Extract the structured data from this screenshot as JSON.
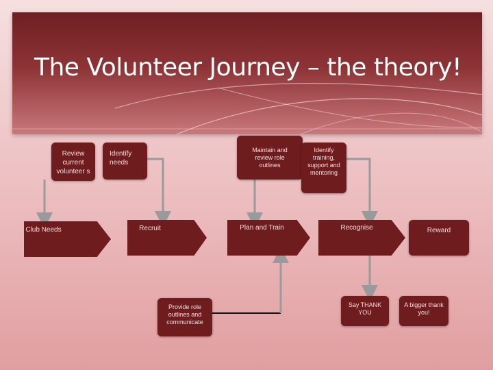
{
  "title": "The Volunteer Journey – the theory!",
  "colors": {
    "box": "#6f1c1e",
    "box_text": "#f3dede",
    "title": "#ffffff",
    "connector": "#9a9a9a"
  },
  "nodes": {
    "review": "Review current volunteer s",
    "identify_needs": "Identify needs",
    "maintain": "Maintain and review role outlines",
    "identify_training": "Identify training, support and mentoring",
    "club_needs": "Club Needs",
    "recruit": "Recruit",
    "plan_train": "Plan and Train",
    "recognise": "Recognise",
    "reward": "Reward",
    "provide_outlines": "Provide role outlines and communicate",
    "say_thank_you": "Say THANK YOU",
    "bigger_thank_you": "A bigger thank you!"
  }
}
